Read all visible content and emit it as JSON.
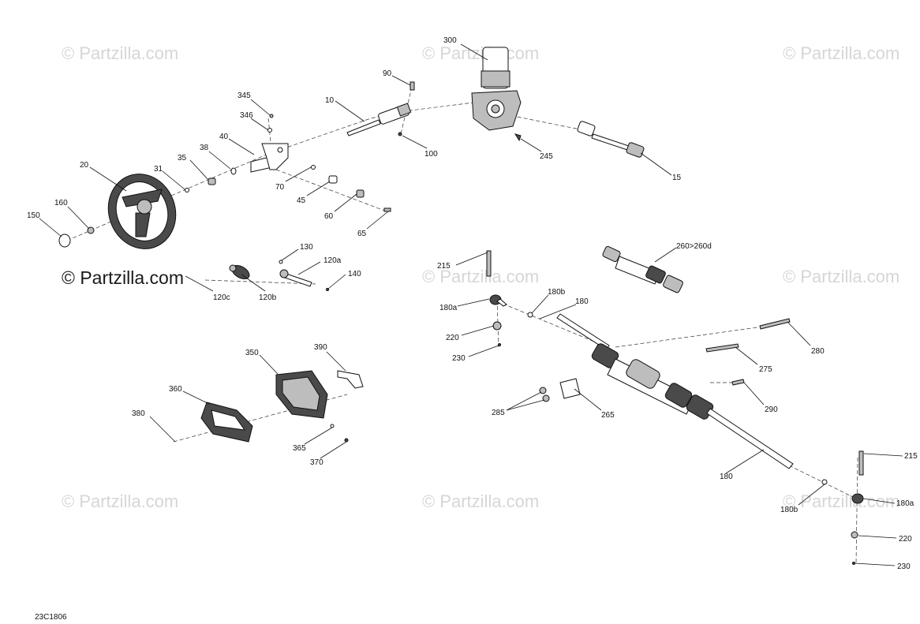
{
  "watermarks": {
    "text": "© Partzilla.com",
    "prominent": "© Partzilla.com"
  },
  "diagram_code": "23C1806",
  "labels": {
    "l300": "300",
    "l90": "90",
    "l10": "10",
    "l345": "345",
    "l346": "346",
    "l40": "40",
    "l38": "38",
    "l35": "35",
    "l31": "31",
    "l20": "20",
    "l160": "160",
    "l150": "150",
    "l70": "70",
    "l45": "45",
    "l60": "60",
    "l65": "65",
    "l100": "100",
    "l245": "245",
    "l15": "15",
    "l130": "130",
    "l120a": "120a",
    "l140": "140",
    "l120c": "120c",
    "l120b": "120b",
    "l215a": "215",
    "l180a_1": "180a",
    "l180b_1": "180b",
    "l180_1": "180",
    "l260": "260>260d",
    "l220a": "220",
    "l230a": "230",
    "l280": "280",
    "l275": "275",
    "l290": "290",
    "l285": "285",
    "l265": "265",
    "l180_2": "180",
    "l215b": "215",
    "l180a_2": "180a",
    "l180b_2": "180b",
    "l220b": "220",
    "l230b": "230",
    "l390": "390",
    "l350": "350",
    "l360": "360",
    "l380": "380",
    "l365": "365",
    "l370": "370"
  }
}
